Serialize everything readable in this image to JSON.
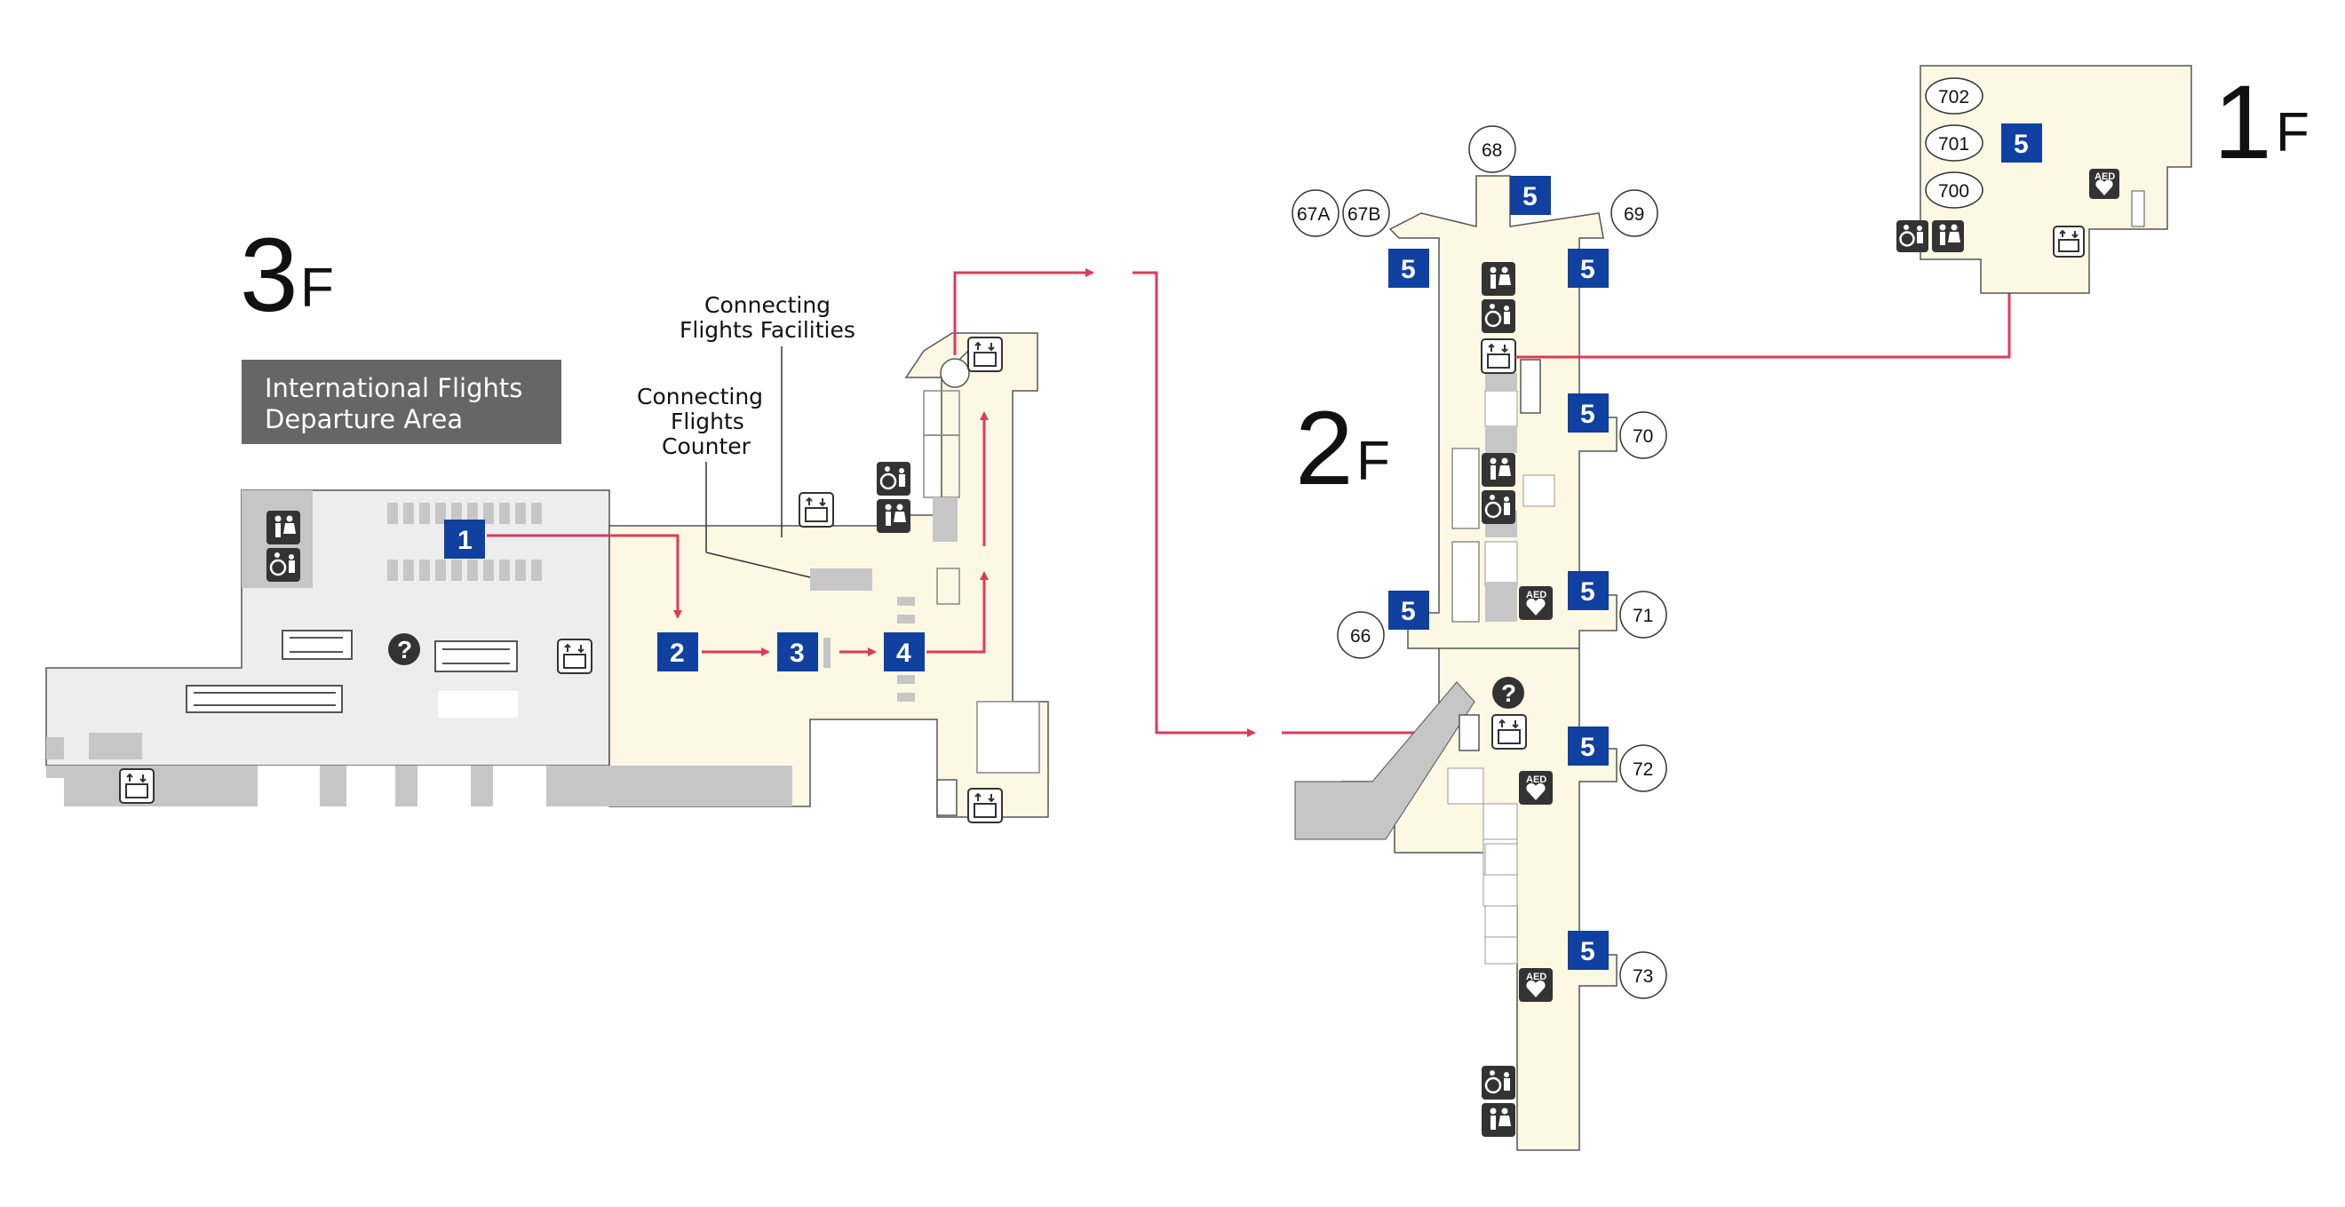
{
  "floors": {
    "third": {
      "number": "3",
      "suffix": "F"
    },
    "second": {
      "number": "2",
      "suffix": "F"
    },
    "first": {
      "number": "1",
      "suffix": "F"
    }
  },
  "labels": {
    "departure_area_line1": "International Flights",
    "departure_area_line2": "Departure Area",
    "facilities_line1": "Connecting",
    "facilities_line2": "Flights Facilities",
    "counter_line1": "Connecting",
    "counter_line2": "Flights",
    "counter_line3": "Counter"
  },
  "steps": [
    "1",
    "2",
    "3",
    "4",
    "5"
  ],
  "gates": {
    "g67a": "67A",
    "g67b": "67B",
    "g68": "68",
    "g69": "69",
    "g66": "66",
    "g70": "70",
    "g71": "71",
    "g72": "72",
    "g73": "73",
    "g700": "700",
    "g701": "701",
    "g702": "702"
  },
  "icons": {
    "restroom": "restroom-icon",
    "accessible": "accessible-restroom-icon",
    "elevator": "elevator-icon",
    "escalator": "escalator-icon",
    "aed": "aed-icon",
    "info": "information-icon",
    "aed_text": "AED",
    "info_text": "?"
  },
  "colors": {
    "route": "#e0395a",
    "step_badge": "#1040a0",
    "floor_fill": "#fdf8e4",
    "departure_fill": "#ededed",
    "gray_block": "#c6c6c6",
    "area_label_bg": "#666666",
    "icon_bg": "#333333"
  }
}
